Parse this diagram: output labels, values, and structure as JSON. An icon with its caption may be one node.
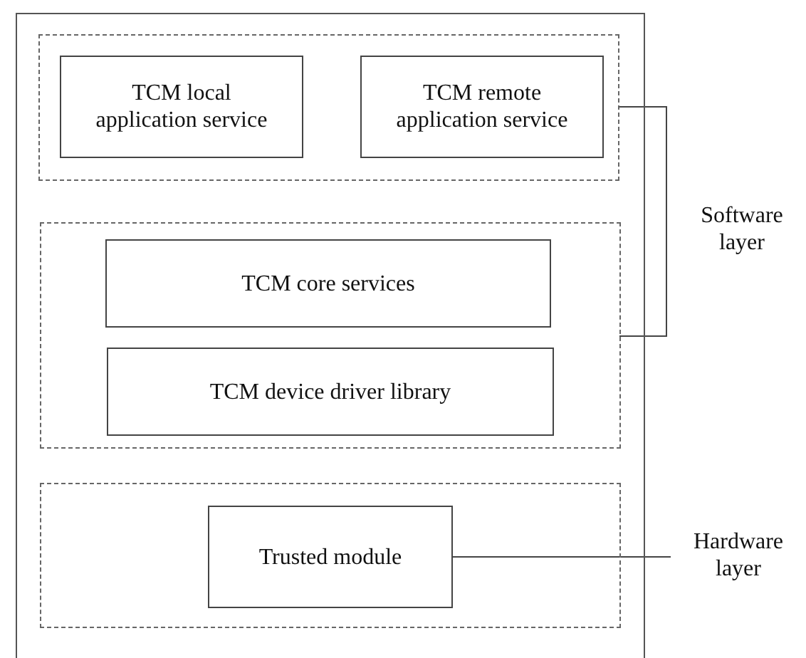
{
  "diagram": {
    "nodes": [
      {
        "text": [],
        "shape": "box"
      },
      {
        "text": [],
        "shape": "box",
        "in": 0
      },
      {
        "text": [
          "TCM local application service"
        ],
        "in": 1
      },
      {
        "text": [
          "TCM remote application service"
        ],
        "in": 1
      },
      {
        "text": [],
        "shape": "box",
        "in": 0
      },
      {
        "text": [
          "TCM core services"
        ],
        "in": 4
      },
      {
        "text": [
          "TCM device driver library"
        ],
        "in": 4
      },
      {
        "text": [],
        "shape": "box",
        "in": 0
      },
      {
        "text": [
          "Trusted module"
        ],
        "in": 7
      },
      {
        "text": [
          "Software layer"
        ]
      },
      {
        "text": [
          "Hardware layer"
        ]
      }
    ],
    "edges": [
      {
        "from": 8,
        "to": 10,
        "arrow": "none"
      }
    ]
  }
}
